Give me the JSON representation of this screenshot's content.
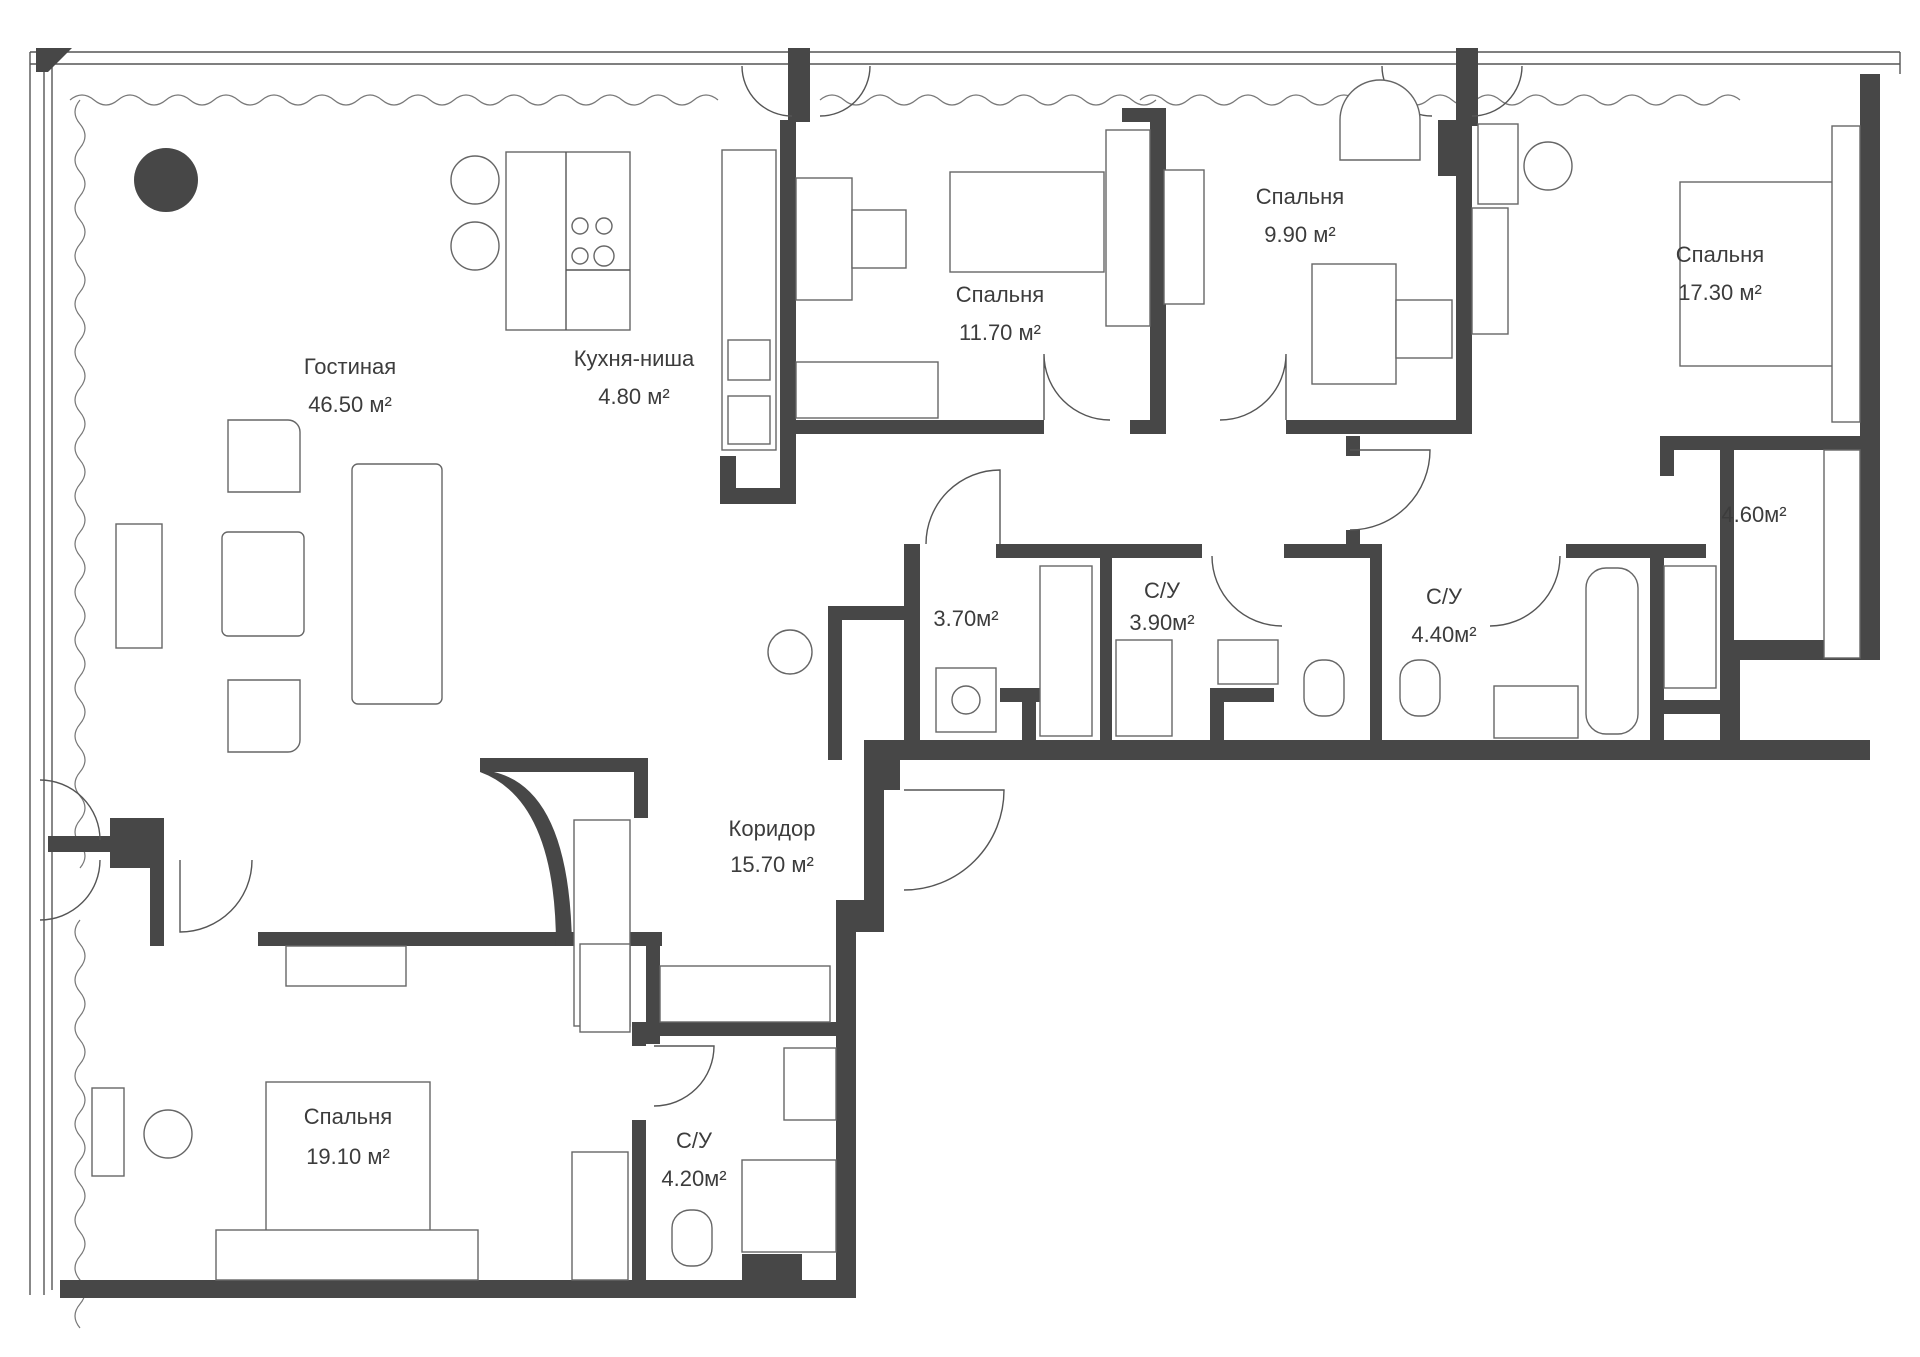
{
  "rooms": {
    "living": {
      "name": "Гостиная",
      "area": "46.50 м²"
    },
    "kitchen": {
      "name": "Кухня-ниша",
      "area": "4.80 м²"
    },
    "bedroom_1": {
      "name": "Спальня",
      "area": "11.70 м²"
    },
    "bedroom_2": {
      "name": "Спальня",
      "area": "9.90 м²"
    },
    "bedroom_3": {
      "name": "Спальня",
      "area": "17.30 м²"
    },
    "wardrobe_1": {
      "name": "",
      "area": "4.60м²"
    },
    "laundry": {
      "name": "",
      "area": "3.70м²"
    },
    "bath_1": {
      "name": "С/У",
      "area": "3.90м²"
    },
    "bath_2": {
      "name": "С/У",
      "area": "4.40м²"
    },
    "corridor": {
      "name": "Коридор",
      "area": "15.70 м²"
    },
    "bedroom_4": {
      "name": "Спальня",
      "area": "19.10 м²"
    },
    "bath_3": {
      "name": "С/У",
      "area": "4.20м²"
    }
  },
  "colors": {
    "wall": "#474747",
    "line": "#555555",
    "background": "#ffffff"
  }
}
